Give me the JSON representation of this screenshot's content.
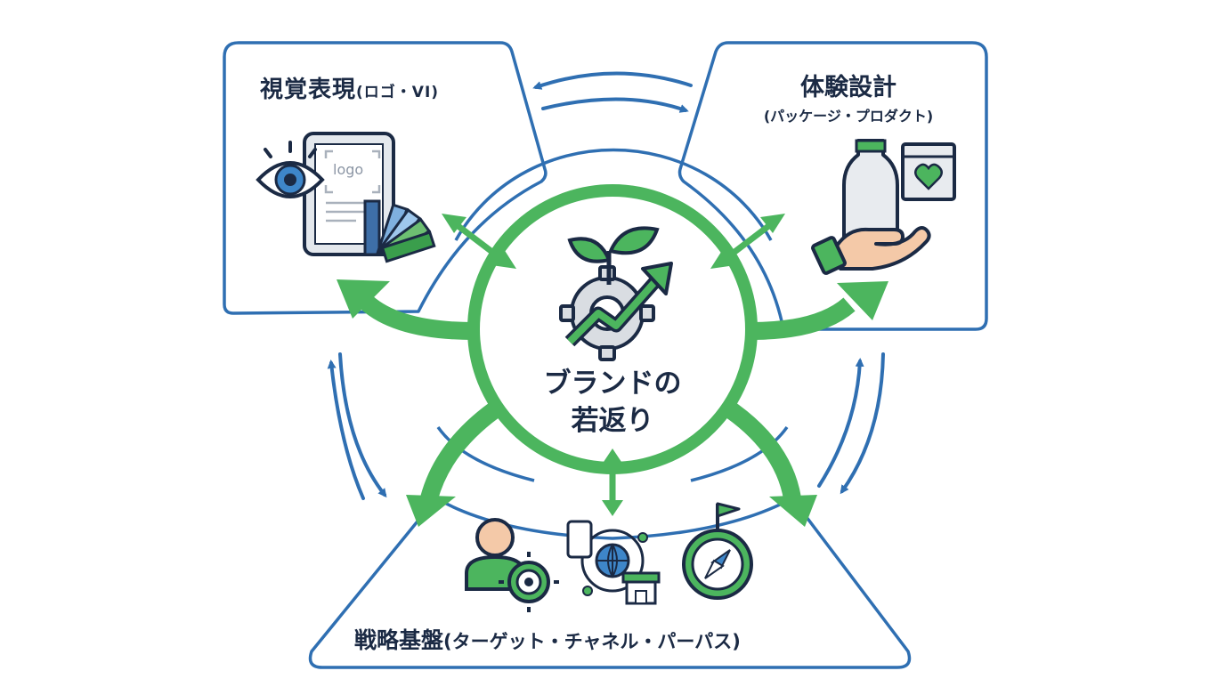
{
  "panels": {
    "visual": {
      "title": "視覚表現",
      "subtitle": "(ロゴ・VI)",
      "logo_text": "logo"
    },
    "experience": {
      "title": "体験設計",
      "subtitle": "(パッケージ・プロダクト)"
    },
    "strategy": {
      "title": "戦略基盤",
      "subtitle": "(ターゲット・チャネル・パーパス)"
    }
  },
  "center": {
    "line1": "ブランドの",
    "line2": "若返り"
  },
  "colors": {
    "blue": "#2f6fb2",
    "green": "#4cb55e",
    "dark": "#1b2a44",
    "skin": "#f4c9a8",
    "gray": "#bfc6cf"
  },
  "icons": {
    "visual": [
      "eye-icon",
      "tablet-icon",
      "color-swatch-icon"
    ],
    "experience": [
      "bottle-icon",
      "heart-box-icon",
      "hand-icon"
    ],
    "strategy": [
      "target-person-icon",
      "omnichannel-network-icon",
      "compass-flag-icon"
    ],
    "center": [
      "sprout-gear-growth-icon"
    ]
  }
}
